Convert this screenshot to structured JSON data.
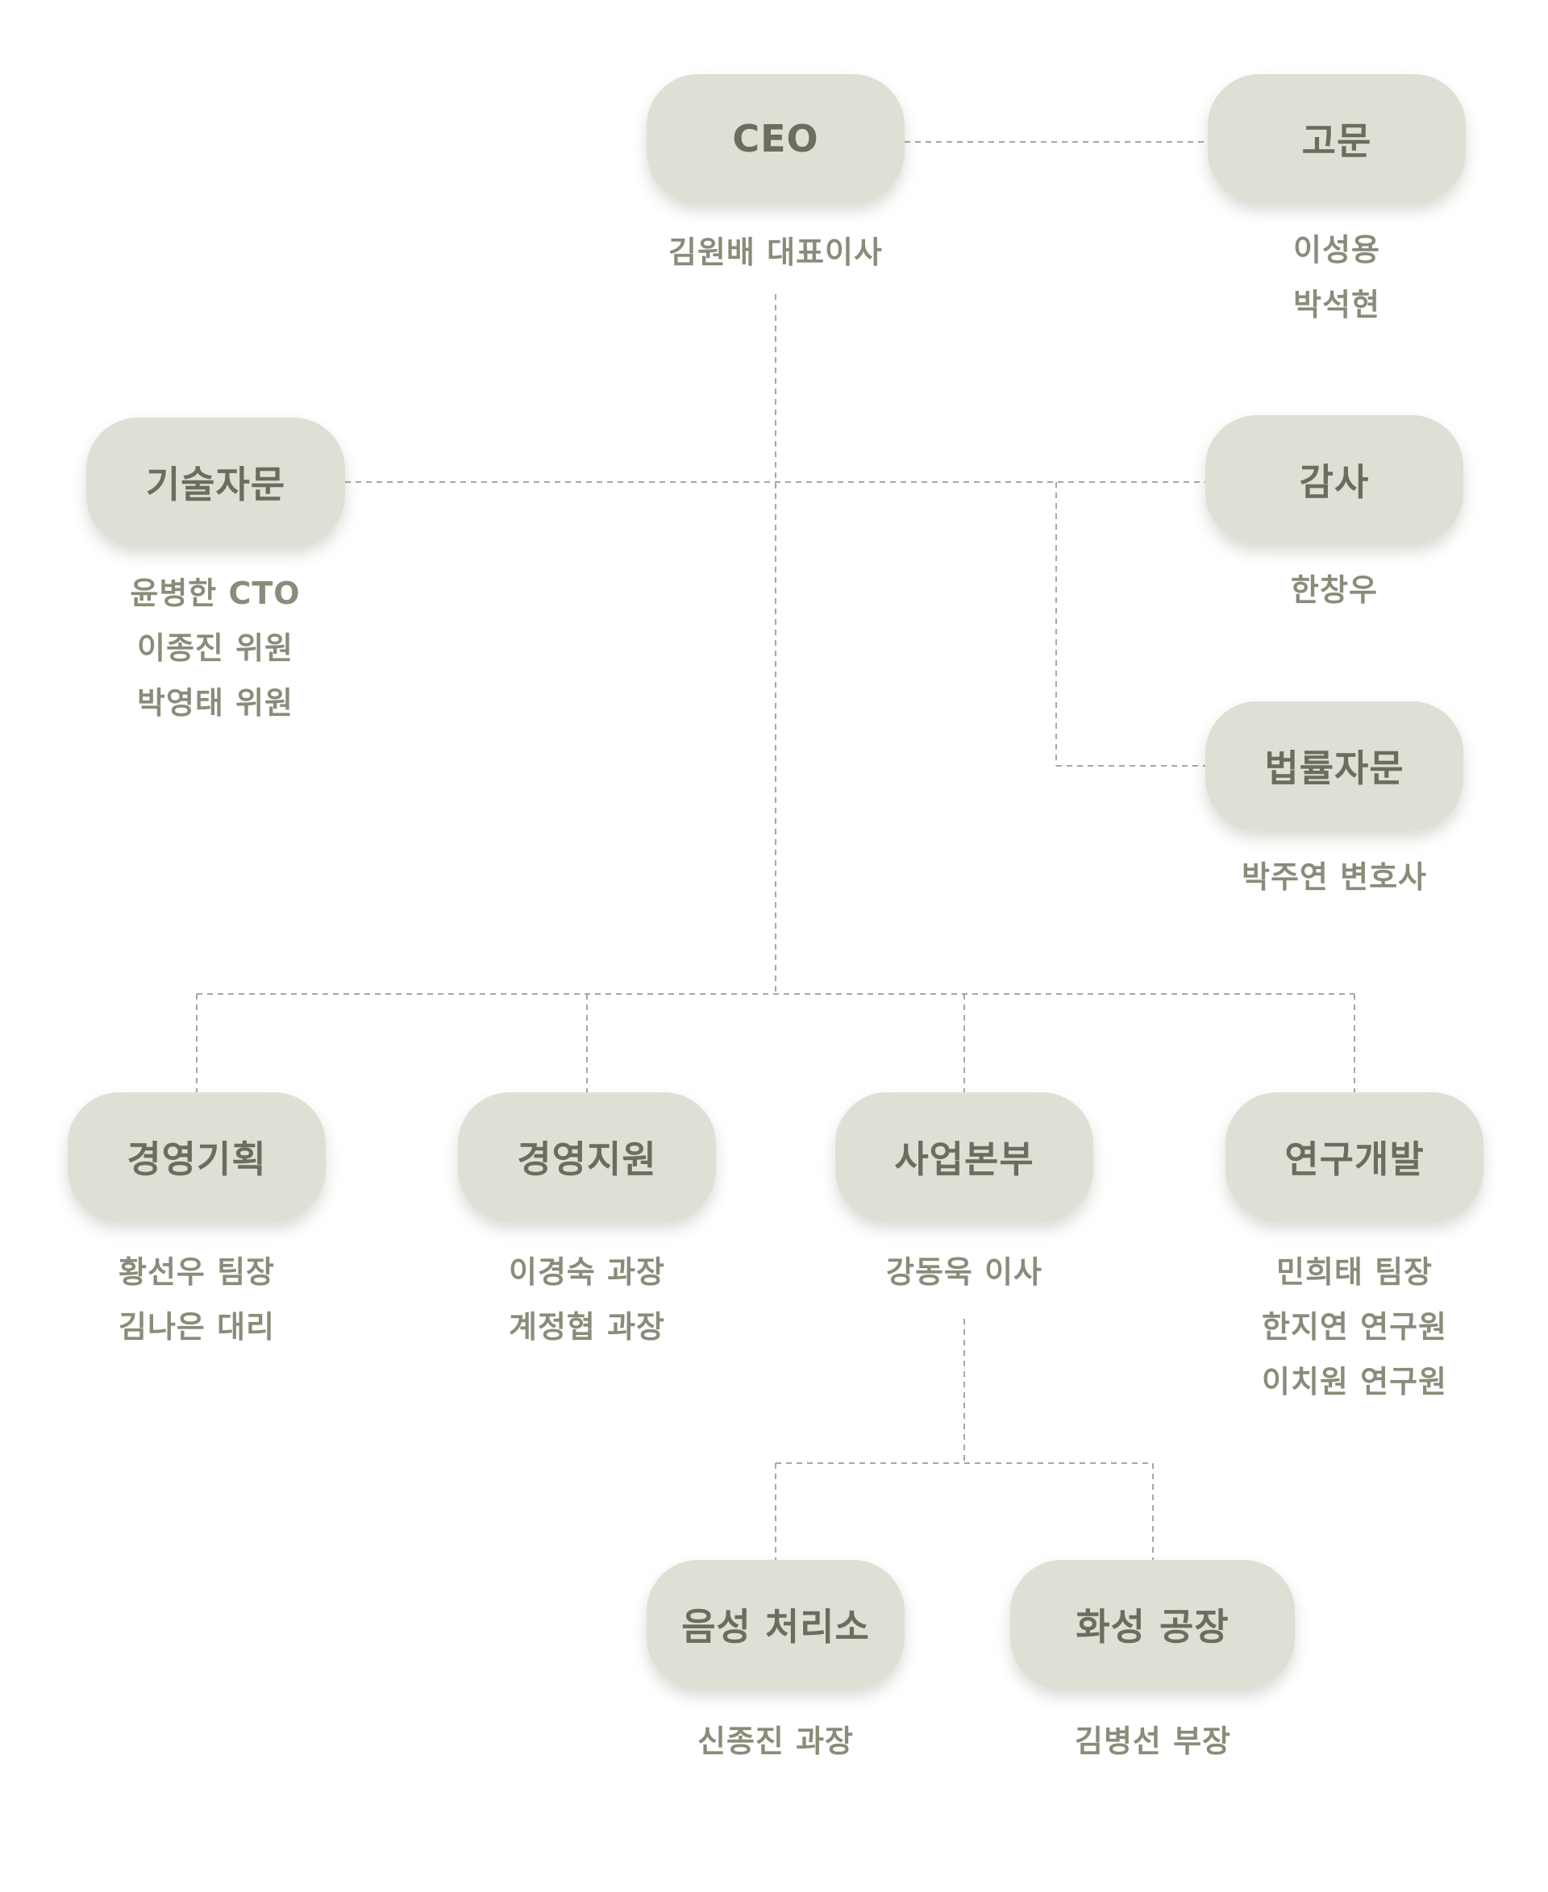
{
  "org": {
    "ceo": {
      "title": "CEO",
      "members": [
        "김원배 대표이사"
      ]
    },
    "advisor": {
      "title": "고문",
      "members": [
        "이성용",
        "박석현"
      ]
    },
    "tech_advisory": {
      "title": "기술자문",
      "members": [
        "윤병한 CTO",
        "이종진 위원",
        "박영태 위원"
      ]
    },
    "audit": {
      "title": "감사",
      "members": [
        "한창우"
      ]
    },
    "legal": {
      "title": "법률자문",
      "members": [
        "박주연 변호사"
      ]
    },
    "planning": {
      "title": "경영기획",
      "members": [
        "황선우 팀장",
        "김나은 대리"
      ]
    },
    "support": {
      "title": "경영지원",
      "members": [
        "이경숙 과장",
        "계정협 과장"
      ]
    },
    "business": {
      "title": "사업본부",
      "members": [
        "강동욱 이사"
      ]
    },
    "rnd": {
      "title": "연구개발",
      "members": [
        "민희태 팀장",
        "한지연 연구원",
        "이치원 연구원"
      ]
    },
    "voice_center": {
      "title": "음성 처리소",
      "members": [
        "신종진 과장"
      ]
    },
    "hwaseong_factory": {
      "title": "화성 공장",
      "members": [
        "김병선 부장"
      ]
    }
  },
  "colors": {
    "node_fill": "#dfdfd6",
    "node_text": "#6a6e5c",
    "member_text": "#8a8c7a",
    "connector": "#a8a89d"
  }
}
